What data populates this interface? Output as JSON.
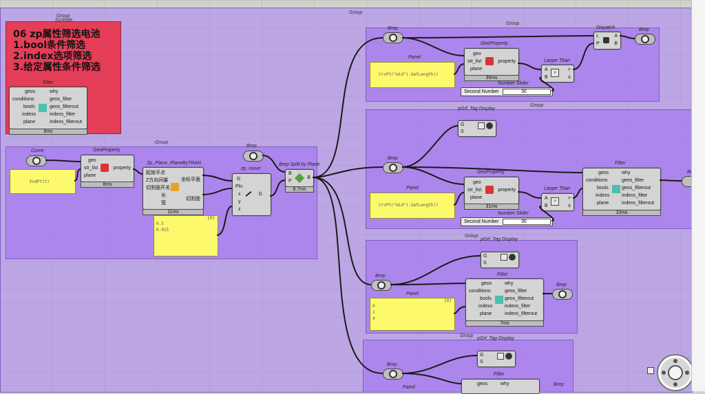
{
  "canvas": {
    "main_group_title": "Group",
    "note_group_title": "Group",
    "note_group_sub": "Scribble",
    "note_lines": [
      "06 zp属性筛选电池",
      "1.bool条件筛选",
      "2.index选项筛选",
      "3.给定属性条件筛选"
    ]
  },
  "filter1": {
    "title": "Filter",
    "inputs": [
      "geos",
      "conditions",
      "bools",
      "indexs",
      "plane"
    ],
    "outputs": [
      "why",
      "geos_filter",
      "geos_filterout",
      "indexs_filter",
      "indexs_filterout"
    ],
    "time": "9ms"
  },
  "left_group": {
    "title": "Group",
    "curve_title": "Curve",
    "panel_text": "EndPt(t)",
    "geoprop": {
      "title": "GeoProperty",
      "inputs": [
        "geo",
        "str_list",
        "plane"
      ],
      "output": "property",
      "time": "8ms"
    },
    "zp_plane": {
      "title": "Zp_Plane_PlaneByTRAN",
      "inputs": [
        "起始平点",
        "Z方向间量",
        "切割面开关",
        "长",
        "宽"
      ],
      "outputs": [
        "坐标平面",
        "切割面"
      ],
      "time": "11ms"
    },
    "panel2_lines": [
      "0.5",
      "0.015"
    ],
    "panel2_header": "{0}",
    "zp_move": {
      "title": "zp_move",
      "inputs": [
        "G",
        "Pln",
        "x",
        "y",
        "z"
      ],
      "output": "G"
    },
    "brep_title": "Brep",
    "split": {
      "title": "Brep Split by Plane",
      "inputs": [
        "B",
        "P"
      ],
      "output": "B",
      "time": "8.7ms"
    }
  },
  "group_a": {
    "title": "Group",
    "brep_title": "Brep",
    "panel_title": "Panel",
    "panel_text": "CrvPt(\"mid\").GetLength()",
    "geoprop": {
      "title": "GeoProperty",
      "inputs": [
        "geo",
        "str_list",
        "plane"
      ],
      "output": "property",
      "time": "39ms"
    },
    "larger": {
      "title": "Larger Than",
      "inputs": [
        "A",
        "B"
      ],
      "outputs": [
        ">",
        "≥"
      ]
    },
    "slider": {
      "title": "Number Slider",
      "label": "Second Number",
      "value": "30"
    },
    "dispatch": {
      "title": "Dispatch",
      "inputs": [
        "L",
        "P"
      ],
      "outputs": [
        "A",
        "B"
      ]
    },
    "brep_out_title": "Brep"
  },
  "group_b": {
    "title": "Group",
    "preview_title": "pGrf_Tag Display",
    "brep_title": "Brep",
    "panel_title": "Panel",
    "panel_text": "CrvPt(\"mid\").GetLength()",
    "geoprop": {
      "title": "GeoProperty",
      "inputs": [
        "geo",
        "str_list",
        "plane"
      ],
      "output": "property",
      "time": "31ms"
    },
    "larger": {
      "title": "Larger Than",
      "inputs": [
        "A",
        "B"
      ],
      "outputs": [
        ">",
        "≥"
      ]
    },
    "slider": {
      "title": "Number Slider",
      "label": "Second Number",
      "value": "30"
    },
    "filter": {
      "title": "Filter",
      "inputs": [
        "geos",
        "conditions",
        "bools",
        "indexs",
        "plane"
      ],
      "outputs": [
        "why",
        "geos_filter",
        "geos_filterout",
        "indexs_filter",
        "indexs_filterout"
      ],
      "time": "10ms"
    },
    "brep_out_title": "Bre"
  },
  "group_c": {
    "title": "Group",
    "preview_title": "pGrf_Tag Display",
    "brep_title": "Brep",
    "panel_title": "Panel",
    "panel_header": "{0}",
    "panel_lines": [
      "0",
      "2",
      "4"
    ],
    "filter": {
      "title": "Filter",
      "inputs": [
        "geos",
        "conditions",
        "bools",
        "indexs",
        "plane"
      ],
      "outputs": [
        "why",
        "geos_filter",
        "geos_filterout",
        "indexs_filter",
        "indexs_filterout"
      ],
      "time": "7ms"
    },
    "brep_out_title": "Brep"
  },
  "group_d": {
    "title": "Group",
    "preview_title": "pGrf_Tag Display",
    "brep_title": "Brep",
    "panel_title": "Panel",
    "filter": {
      "title": "Filter",
      "inputs": [
        "geos"
      ],
      "outputs": [
        "why"
      ]
    },
    "brep_out_title": "Brep"
  },
  "colors": {
    "group": "#a67af0",
    "scribble": "#e53e58",
    "panel": "#fdf96d",
    "component": "#d4d4d4"
  }
}
